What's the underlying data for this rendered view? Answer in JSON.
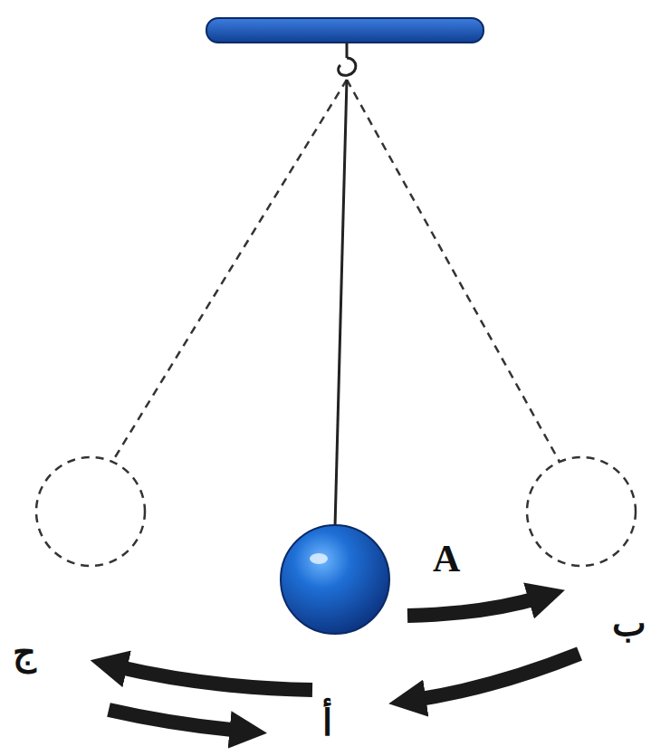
{
  "diagram": {
    "labels": [
      "A",
      "ب",
      "ج",
      "أ"
    ]
  }
}
